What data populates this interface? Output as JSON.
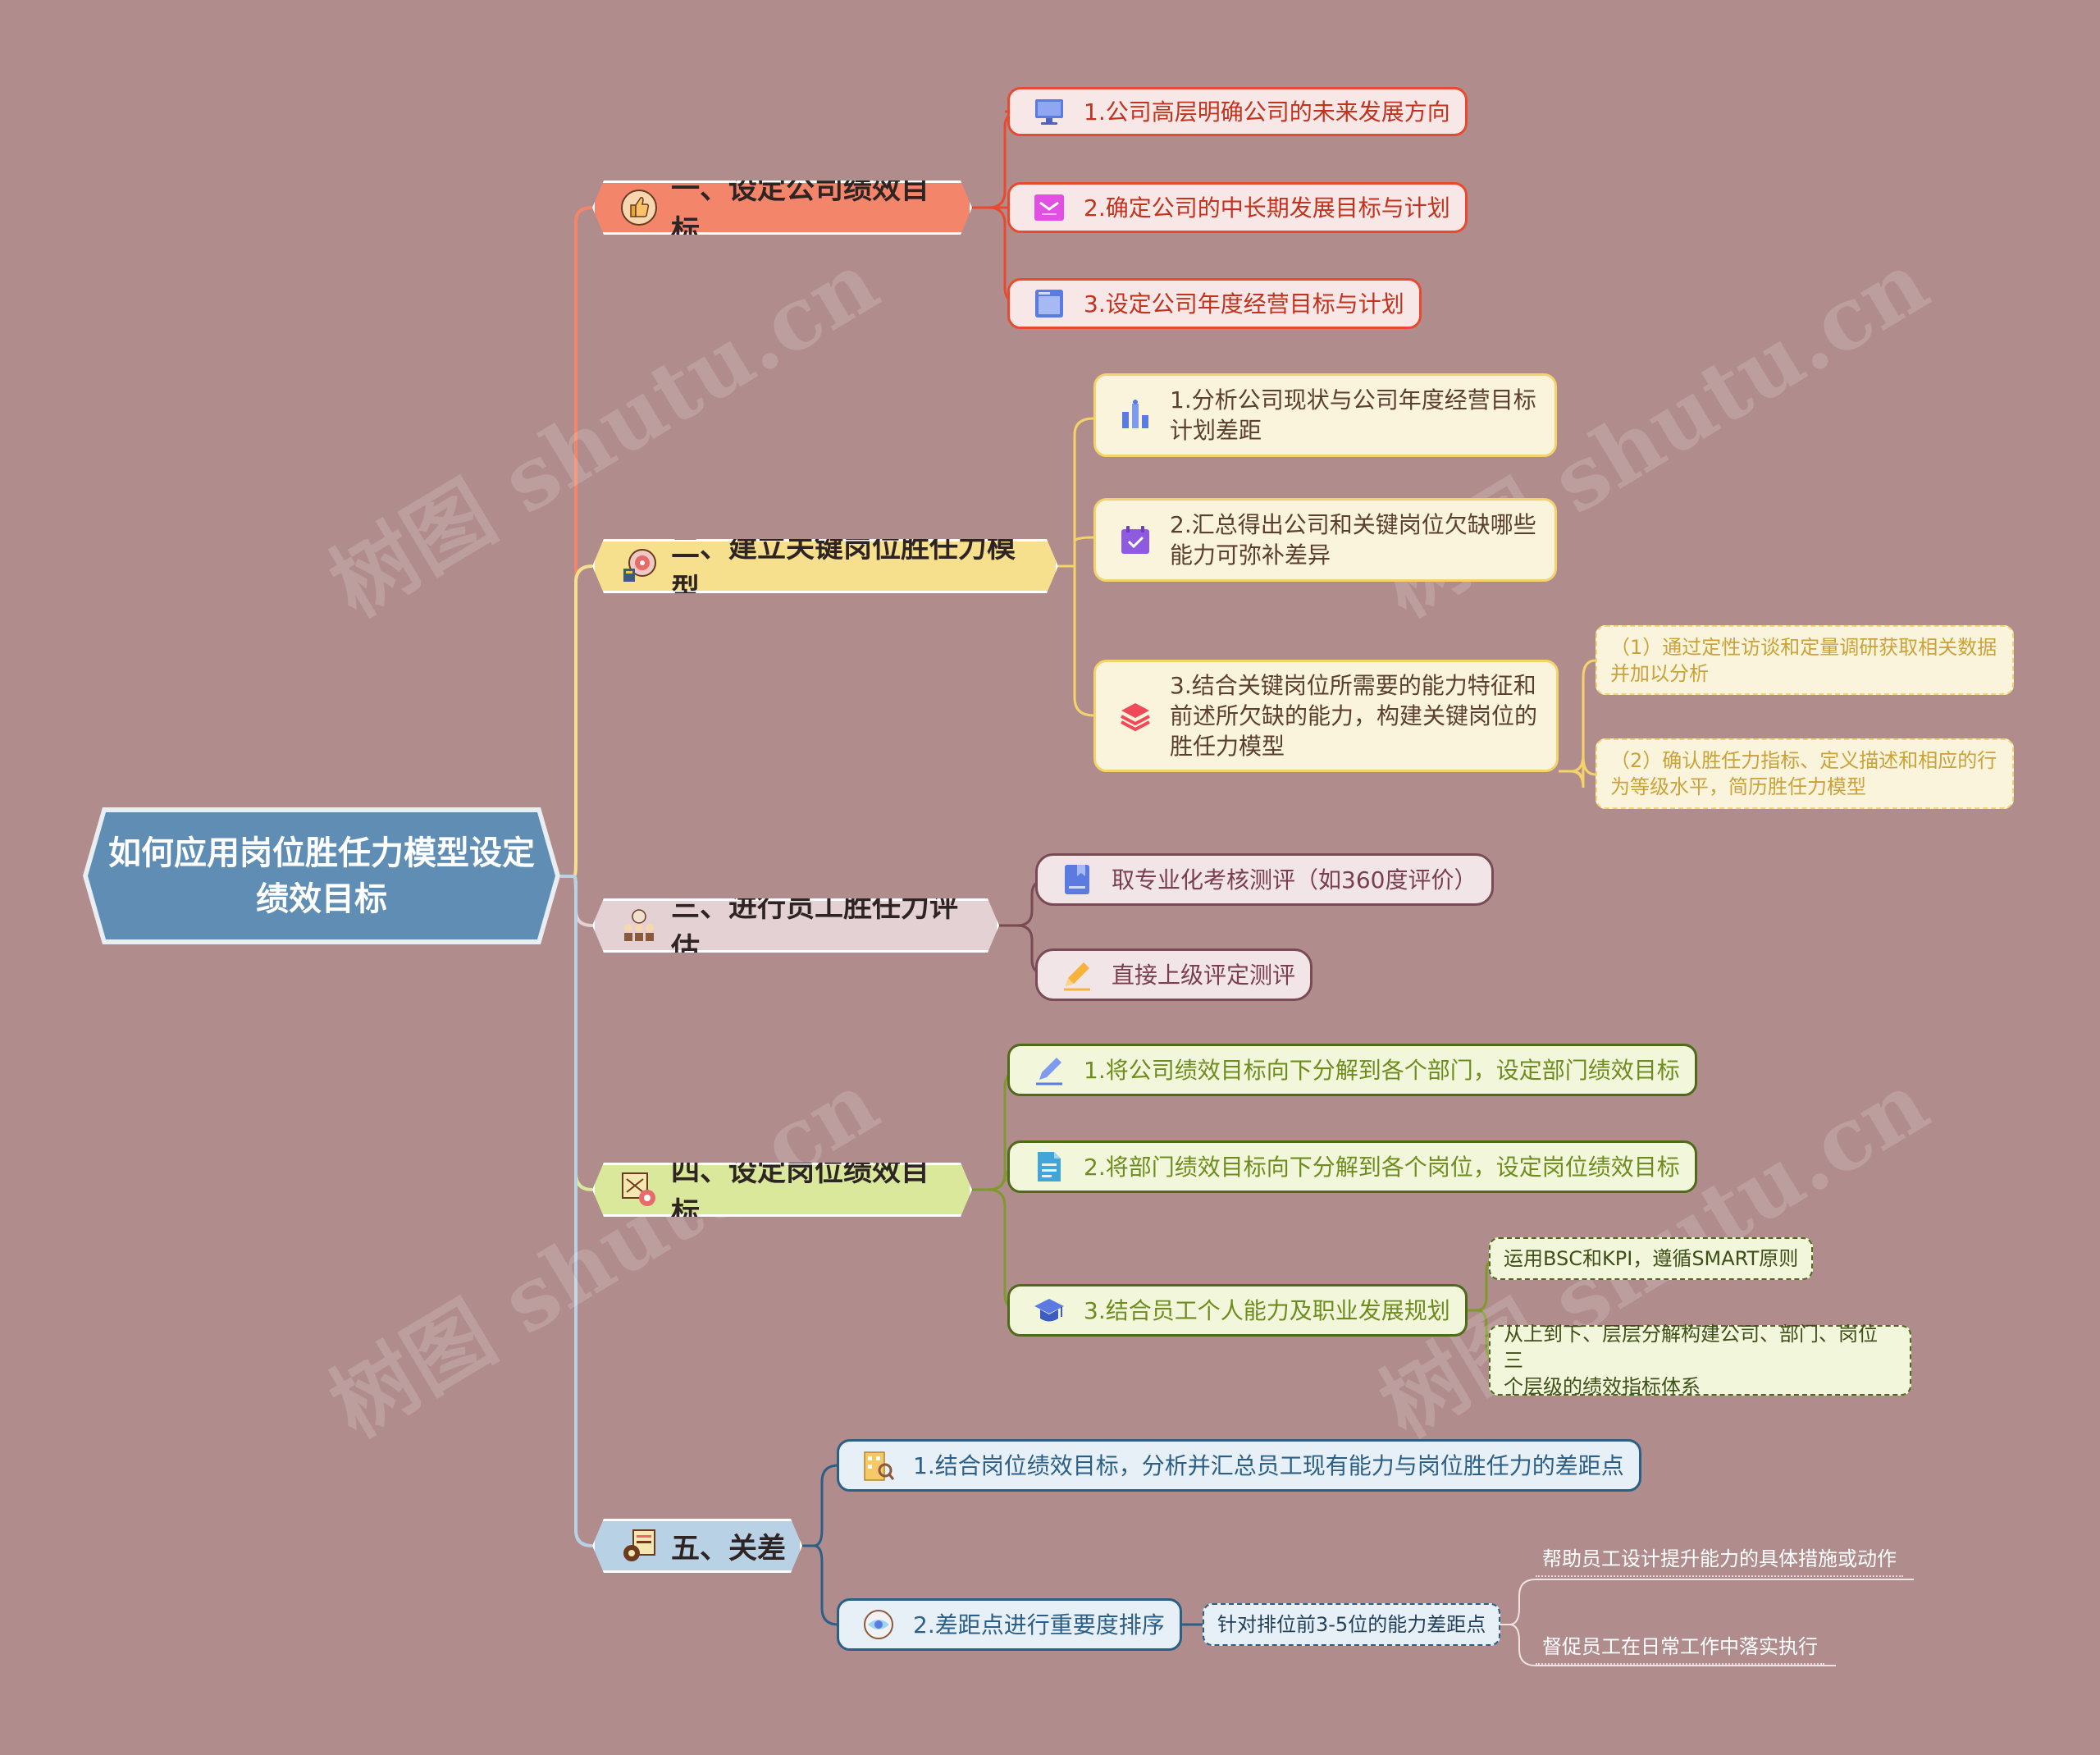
{
  "root": {
    "title": "如何应用岗位胜任力模型设定绩效目标"
  },
  "watermark": "树图 shutu.cn",
  "colors": {
    "background": "#B08C8C",
    "root": "#5F8DB4",
    "branch1": "#F3866A",
    "branch2": "#F6E08E",
    "branch3": "#E4D1D3",
    "branch4": "#D9E89A",
    "branch5": "#B9D1E4"
  },
  "branches": [
    {
      "label": "一、设定公司绩效目标",
      "icon": "thumbs-up-icon",
      "children": [
        {
          "label": "1.公司高层明确公司的未来发展方向",
          "icon": "monitor-icon"
        },
        {
          "label": "2.确定公司的中长期发展目标与计划",
          "icon": "envelope-icon"
        },
        {
          "label": "3.设定公司年度经营目标与计划",
          "icon": "window-icon"
        }
      ]
    },
    {
      "label": "二、建立关键岗位胜任力模型",
      "icon": "strategy-board-icon",
      "children": [
        {
          "label": "1.分析公司现状与公司年度经营目标\n计划差距",
          "icon": "bar-chart-icon"
        },
        {
          "label": "2.汇总得出公司和关键岗位欠缺哪些\n能力可弥补差异",
          "icon": "calendar-icon"
        },
        {
          "label": "3.结合关键岗位所需要的能力特征和\n前述所欠缺的能力，构建关键岗位的\n胜任力模型",
          "icon": "layers-icon",
          "children": [
            {
              "label": "（1）通过定性访谈和定量调研获取相关数据\n并加以分析"
            },
            {
              "label": "（2）确认胜任力指标、定义描述和相应的行\n为等级水平，简历胜任力模型"
            }
          ]
        }
      ]
    },
    {
      "label": "三、进行员工胜任力评估",
      "icon": "team-icon",
      "children": [
        {
          "label": "取专业化考核测评（如360度评价）",
          "icon": "bookmark-icon"
        },
        {
          "label": "直接上级评定测评",
          "icon": "pencil-icon"
        }
      ]
    },
    {
      "label": "四、设定岗位绩效目标",
      "icon": "target-board-icon",
      "children": [
        {
          "label": "1.将公司绩效目标向下分解到各个部门，设定部门绩效目标",
          "icon": "pen-icon"
        },
        {
          "label": "2.将部门绩效目标向下分解到各个岗位，设定岗位绩效目标",
          "icon": "document-icon"
        },
        {
          "label": "3.结合员工个人能力及职业发展规划",
          "icon": "graduation-cap-icon",
          "children": [
            {
              "label": "运用BSC和KPI，遵循SMART原则"
            },
            {
              "label": "从上到下、层层分解构建公司、部门、岗位三\n个层级的绩效指标体系"
            }
          ]
        }
      ]
    },
    {
      "label": "五、关差",
      "icon": "gear-document-icon",
      "children": [
        {
          "label": "1.结合岗位绩效目标，分析并汇总员工现有能力与岗位胜任力的差距点",
          "icon": "building-search-icon"
        },
        {
          "label": "2.差距点进行重要度排序",
          "icon": "eye-chart-icon",
          "children": [
            {
              "label": "针对排位前3-5位的能力差距点",
              "children": [
                {
                  "label": "帮助员工设计提升能力的具体措施或动作"
                },
                {
                  "label": "督促员工在日常工作中落实执行"
                }
              ]
            }
          ]
        }
      ]
    }
  ]
}
